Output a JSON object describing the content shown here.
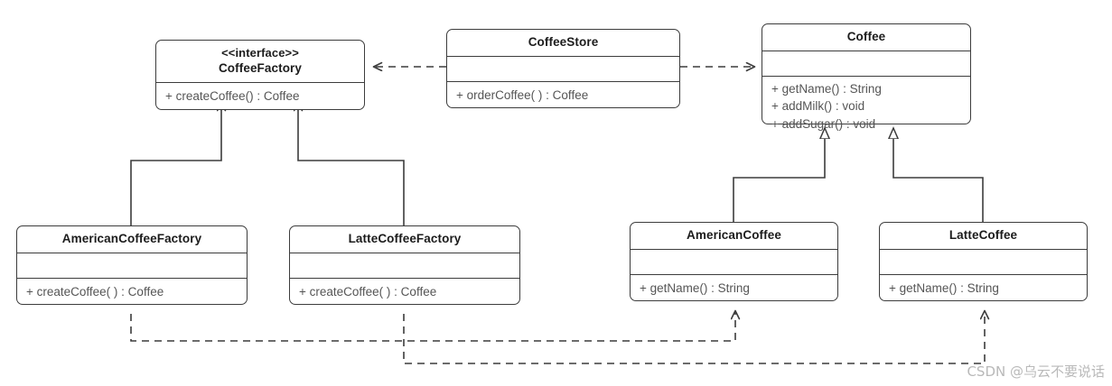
{
  "diagram": {
    "title": "Factory Method Pattern - Coffee",
    "stroke_color": "#3c3c3c",
    "text_color": "#1c1c1c",
    "member_text_color": "#555555",
    "background": "#ffffff"
  },
  "classes": {
    "coffee_factory": {
      "stereotype": "<<interface>>",
      "name": "CoffeeFactory",
      "attributes": [],
      "methods": [
        "+ createCoffee() : Coffee"
      ]
    },
    "coffee_store": {
      "stereotype": "",
      "name": "CoffeeStore",
      "attributes": [],
      "methods": [
        "+ orderCoffee( ) : Coffee"
      ]
    },
    "coffee": {
      "stereotype": "",
      "name": "Coffee",
      "attributes": [],
      "methods": [
        "+ getName() : String",
        "+ addMilk() : void",
        "+ addSugar() : void"
      ]
    },
    "american_coffee_factory": {
      "stereotype": "",
      "name": "AmericanCoffeeFactory",
      "attributes": [],
      "methods": [
        "+ createCoffee( ) : Coffee"
      ]
    },
    "latte_coffee_factory": {
      "stereotype": "",
      "name": "LatteCoffeeFactory",
      "attributes": [],
      "methods": [
        "+ createCoffee( ) : Coffee"
      ]
    },
    "american_coffee": {
      "stereotype": "",
      "name": "AmericanCoffee",
      "attributes": [],
      "methods": [
        "+ getName() : String"
      ]
    },
    "latte_coffee": {
      "stereotype": "",
      "name": "LatteCoffee",
      "attributes": [],
      "methods": [
        "+ getName() : String"
      ]
    }
  },
  "relationships": [
    {
      "id": "store-uses-factory",
      "type": "dependency",
      "from": "CoffeeStore",
      "to": "CoffeeFactory",
      "style": "dashed",
      "arrowhead": "open"
    },
    {
      "id": "store-uses-coffee",
      "type": "dependency",
      "from": "CoffeeStore",
      "to": "Coffee",
      "style": "dashed",
      "arrowhead": "open"
    },
    {
      "id": "americanfactory-implements",
      "type": "realization",
      "from": "AmericanCoffeeFactory",
      "to": "CoffeeFactory",
      "style": "solid",
      "arrowhead": "open"
    },
    {
      "id": "lattefactory-implements",
      "type": "realization",
      "from": "LatteCoffeeFactory",
      "to": "CoffeeFactory",
      "style": "solid",
      "arrowhead": "open"
    },
    {
      "id": "americancoffee-extends",
      "type": "generalization",
      "from": "AmericanCoffee",
      "to": "Coffee",
      "style": "solid",
      "arrowhead": "hollow-triangle"
    },
    {
      "id": "lattecoffee-extends",
      "type": "generalization",
      "from": "LatteCoffee",
      "to": "Coffee",
      "style": "solid",
      "arrowhead": "hollow-triangle"
    },
    {
      "id": "americanfactory-creates",
      "type": "dependency",
      "from": "AmericanCoffeeFactory",
      "to": "AmericanCoffee",
      "style": "dashed",
      "arrowhead": "open"
    },
    {
      "id": "lattefactory-creates",
      "type": "dependency",
      "from": "LatteCoffeeFactory",
      "to": "LatteCoffee",
      "style": "dashed",
      "arrowhead": "open"
    }
  ],
  "watermark": {
    "text": "CSDN @乌云不要说话"
  }
}
